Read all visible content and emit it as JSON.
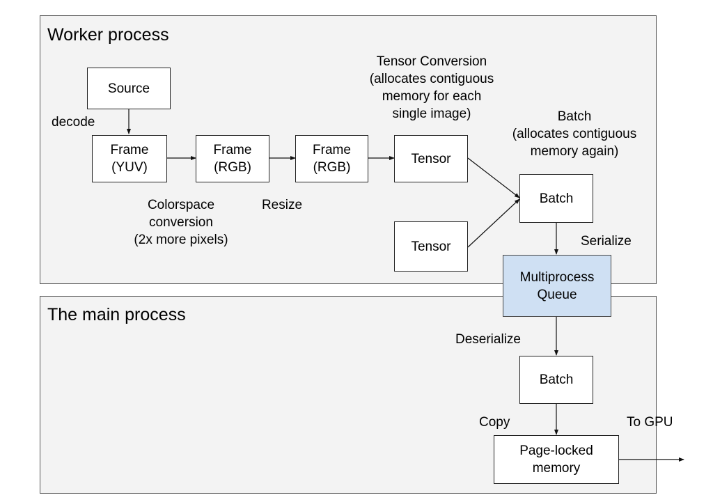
{
  "regions": {
    "worker": {
      "title": "Worker process"
    },
    "main": {
      "title": "The main process"
    }
  },
  "nodes": {
    "source": "Source",
    "frame_yuv": "Frame\n(YUV)",
    "frame_rgb_1": "Frame\n(RGB)",
    "frame_rgb_2": "Frame\n(RGB)",
    "tensor_1": "Tensor",
    "tensor_2": "Tensor",
    "batch_worker": "Batch",
    "queue": "Multiprocess\nQueue",
    "batch_main": "Batch",
    "pinned_memory": "Page-locked\nmemory"
  },
  "labels": {
    "decode": "decode",
    "colorspace": "Colorspace\nconversion\n(2x more pixels)",
    "resize": "Resize",
    "tensor_conversion": "Tensor Conversion\n(allocates contiguous\nmemory for each\nsingle image)",
    "batch_note": "Batch\n(allocates contiguous\nmemory again)",
    "serialize": "Serialize",
    "deserialize": "Deserialize",
    "copy": "Copy",
    "to_gpu": "To GPU"
  },
  "colors": {
    "region_fill": "#f3f3f3",
    "queue_fill": "#cfe0f3"
  }
}
